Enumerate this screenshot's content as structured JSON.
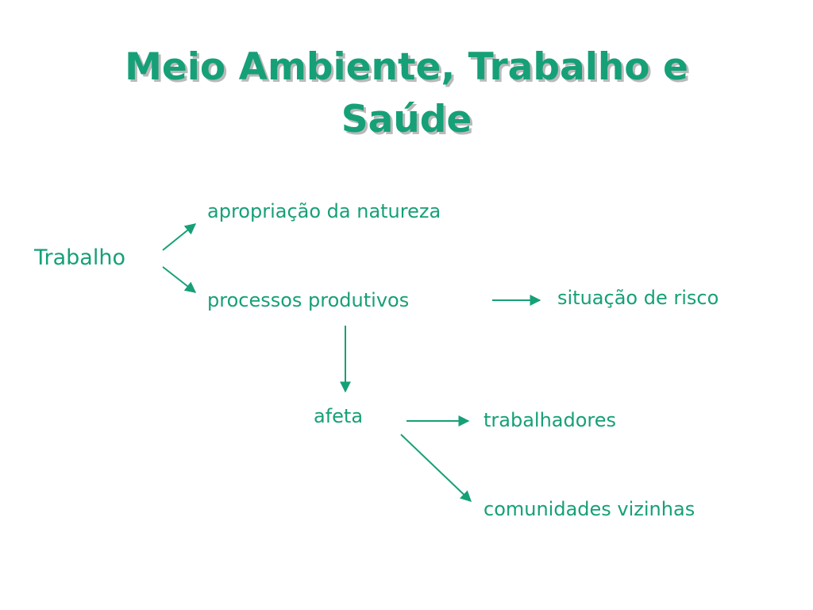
{
  "title": {
    "line1": "Meio Ambiente, Trabalho e",
    "line2": "Saúde"
  },
  "diagram": {
    "nodes": {
      "trabalho": "Trabalho",
      "apropriacao": "apropriação da natureza",
      "processos": "processos produtivos",
      "risco": "situação de risco",
      "afeta": "afeta",
      "trabalhadores": "trabalhadores",
      "comunidades": "comunidades vizinhas"
    },
    "edges": [
      {
        "from": "trabalho",
        "to": "apropriacao"
      },
      {
        "from": "trabalho",
        "to": "processos"
      },
      {
        "from": "processos",
        "to": "risco"
      },
      {
        "from": "processos",
        "to": "afeta"
      },
      {
        "from": "afeta",
        "to": "trabalhadores"
      },
      {
        "from": "afeta",
        "to": "comunidades"
      }
    ]
  },
  "colors": {
    "accent": "#16a077",
    "title_shadow": "#b9b9b9",
    "background": "#ffffff"
  }
}
